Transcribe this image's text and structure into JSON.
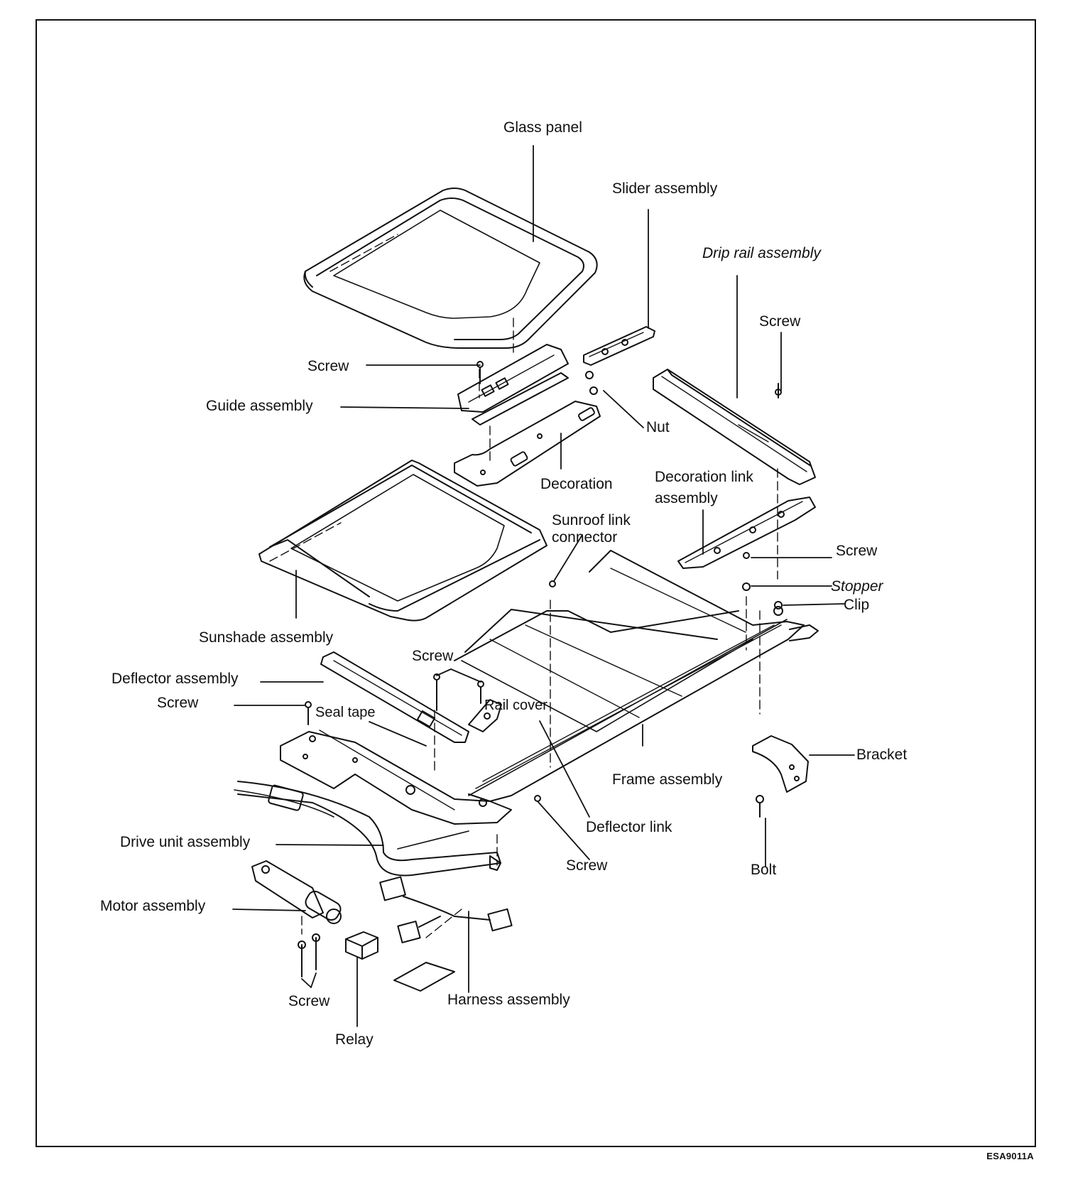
{
  "figure_code": "ESA9011A",
  "labels": {
    "glass_panel": "Glass panel",
    "slider_assembly": "Slider assembly",
    "drip_rail_assembly": "Drip rail assembly",
    "screw_top_right": "Screw",
    "screw_top": "Screw",
    "guide_assembly": "Guide assembly",
    "nut": "Nut",
    "decoration": "Decoration",
    "decoration_link_assembly_1": "Decoration link",
    "decoration_link_assembly_2": "assembly",
    "sunroof_link_connector_1": "Sunroof link",
    "sunroof_link_connector_2": "connector",
    "screw_right": "Screw",
    "stopper": "Stopper",
    "clip": "Clip",
    "sunshade_assembly": "Sunshade assembly",
    "screw_mid": "Screw",
    "deflector_assembly": "Deflector assembly",
    "screw_left": "Screw",
    "seal_tape": "Seal tape",
    "rail_cover": "Rail cover",
    "bracket": "Bracket",
    "frame_assembly": "Frame assembly",
    "deflector_link": "Deflector link",
    "drive_unit_assembly": "Drive unit assembly",
    "screw_bottom": "Screw",
    "bolt": "Bolt",
    "motor_assembly": "Motor assembly",
    "screw_motor": "Screw",
    "harness_assembly": "Harness assembly",
    "relay": "Relay"
  }
}
